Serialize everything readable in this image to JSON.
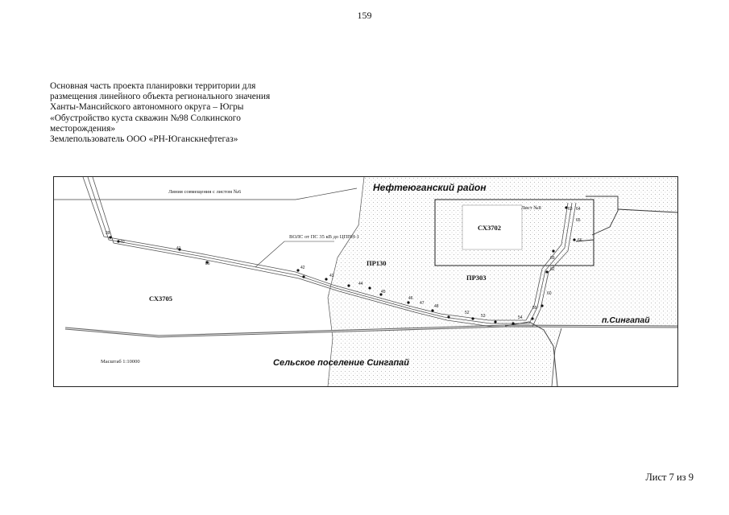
{
  "page_number": "159",
  "header": {
    "lines": [
      "Основная часть проекта планировки территории для",
      "размещения линейного объекта регионального значения",
      "Ханты-Мансийского автономного округа – Югры",
      "«Обустройство куста скважин №98 Солкинского",
      "месторождения»",
      "Землепользователь ООО «РН-Юганскнефтегаз»"
    ]
  },
  "map": {
    "district_label": "Нефтеюганский район",
    "settlement_label": "Сельское поселение Сингапай",
    "village_label": "п.Сингапай",
    "match_line_label": "Линия совмещения с листом №6",
    "sheet_frame_label": "Лист №8",
    "cable_label": "ВОЛС от  ПС 35 кВ до ЦППН-1",
    "scale_label": "Масштаб 1:10000",
    "areas": [
      "СХ3705",
      "СХ3702",
      "ПР130",
      "ПР303"
    ],
    "point_labels": [
      "39",
      "40",
      "41",
      "86",
      "42",
      "43",
      "44",
      "45",
      "46",
      "47",
      "48",
      "52",
      "53",
      "54",
      "59",
      "60",
      "62",
      "63",
      "64",
      "65",
      "66",
      "69"
    ],
    "colors": {
      "hatch": "#c9c9c9",
      "line": "#333333"
    }
  },
  "footer": {
    "sheet_label": "Лист 7 из 9"
  }
}
